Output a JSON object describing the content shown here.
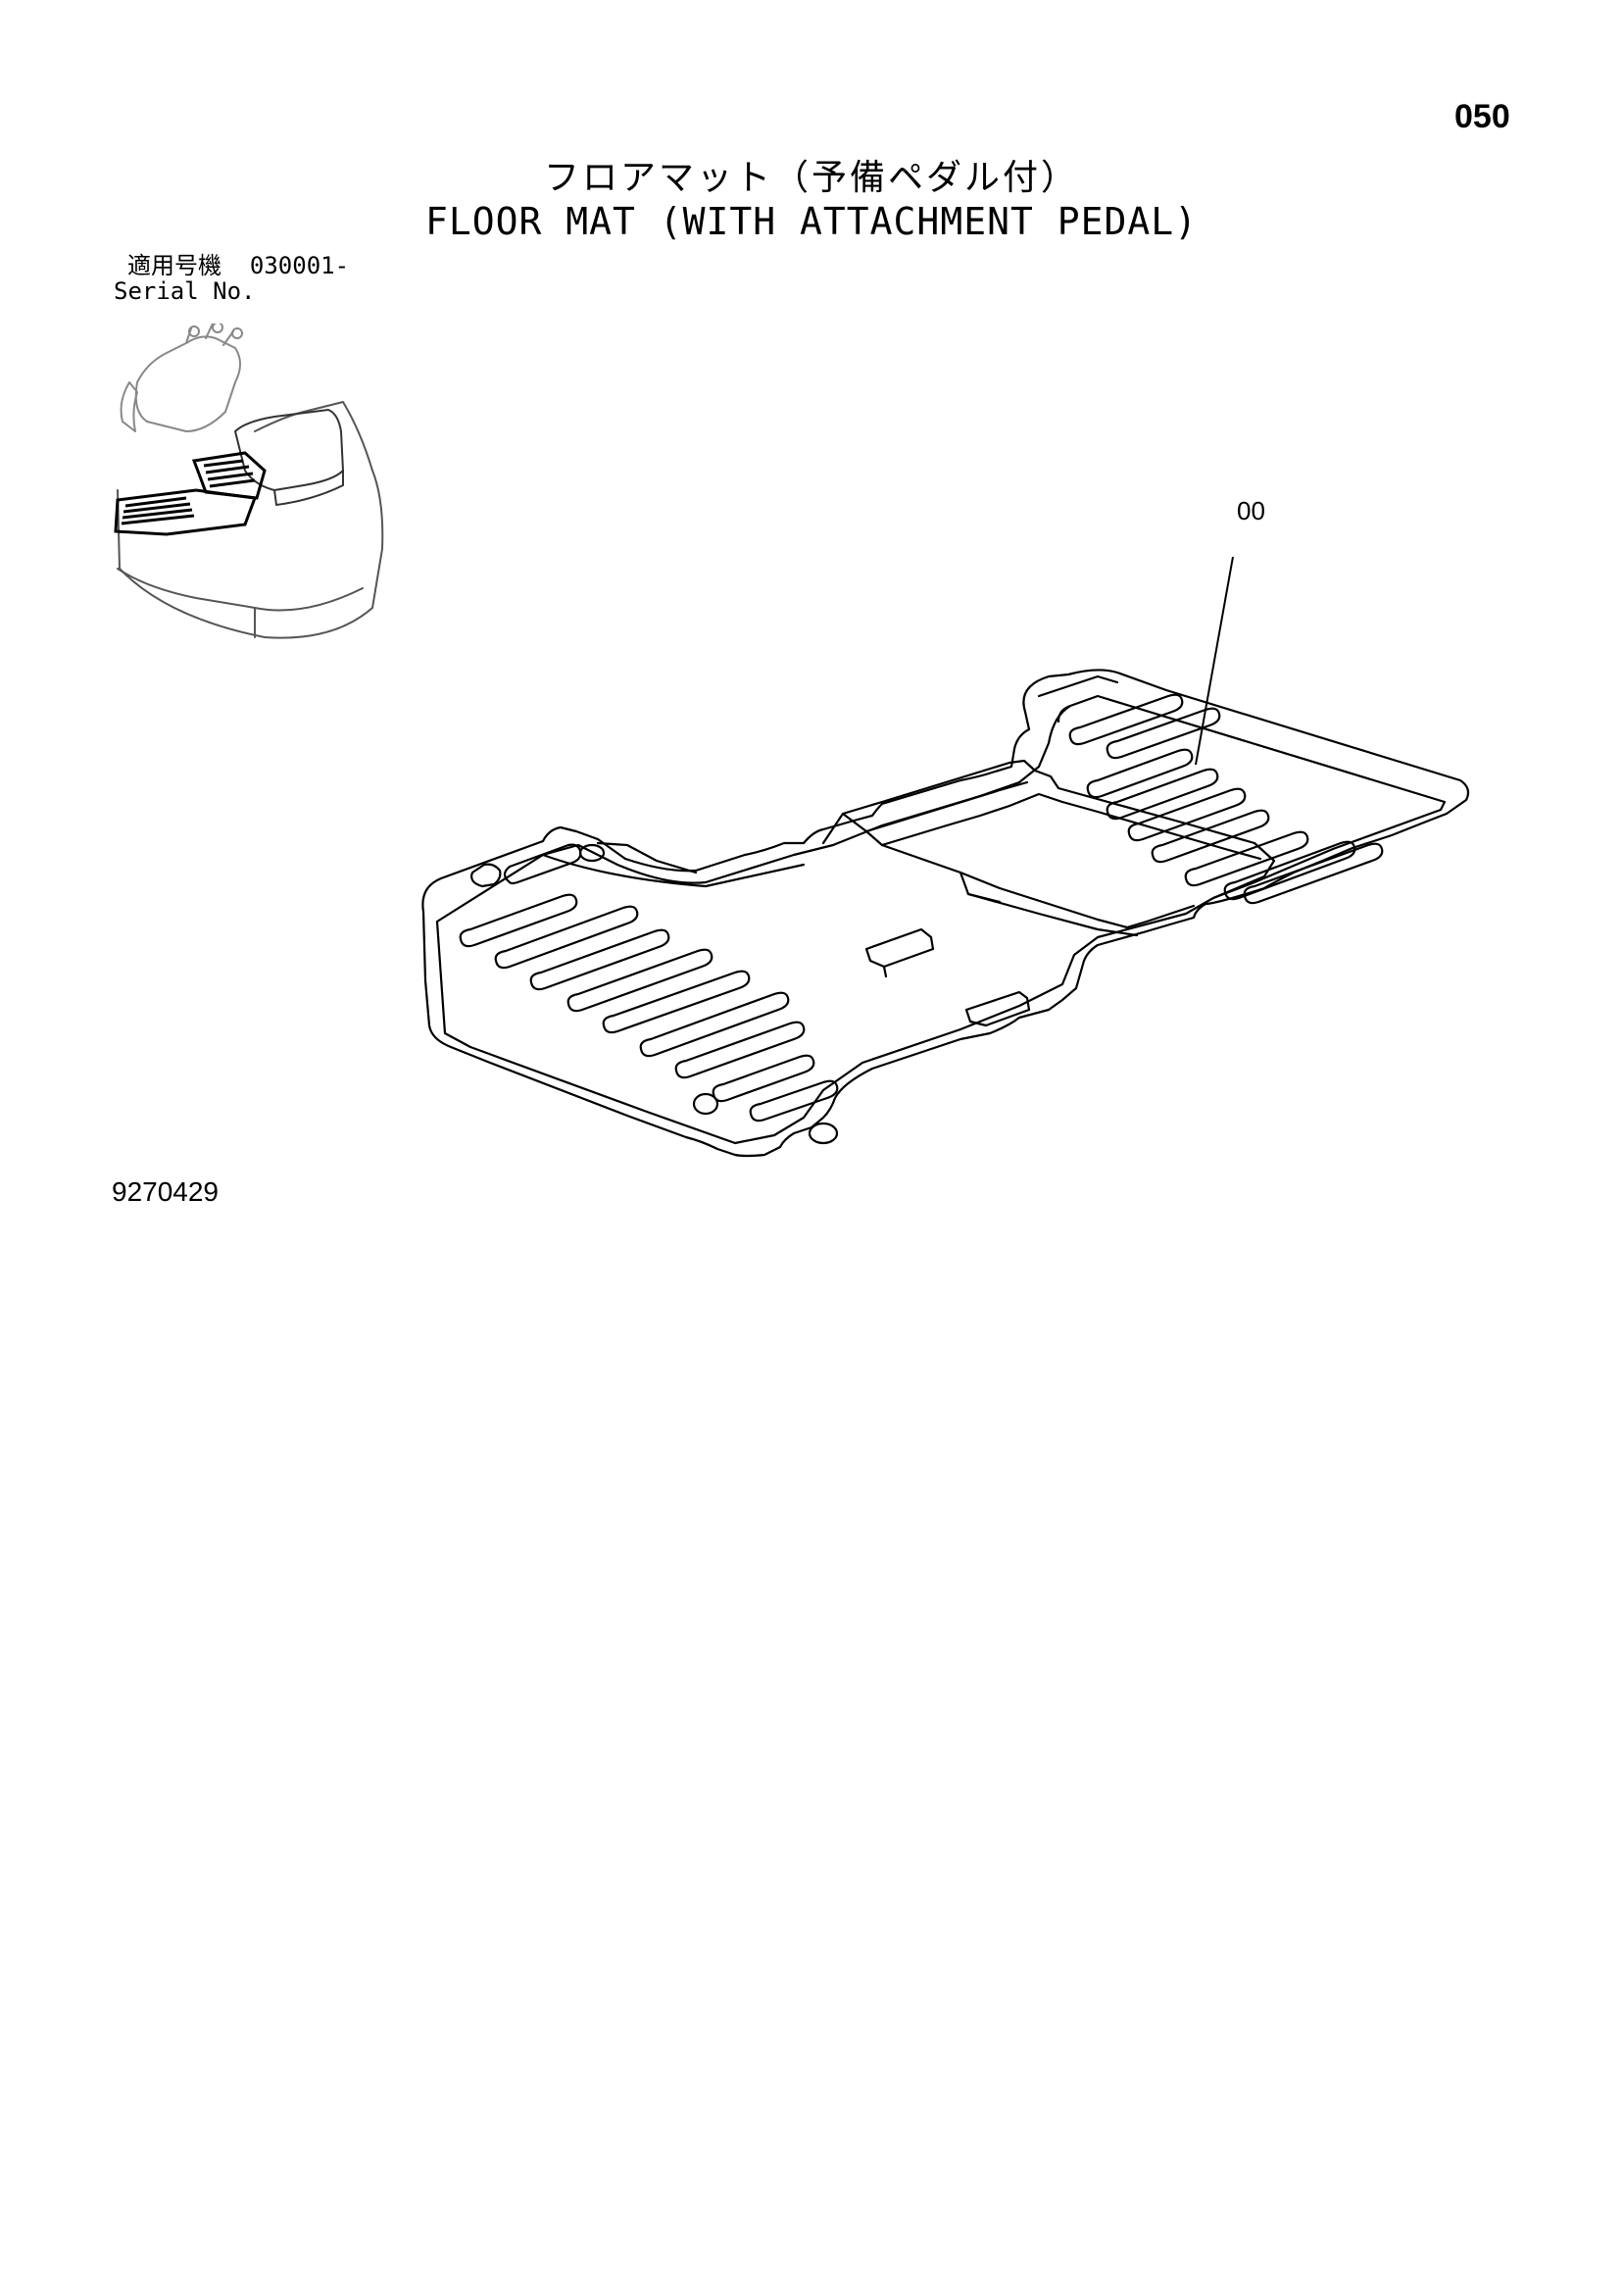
{
  "header": {
    "page_number": "050",
    "title_jp": "フロアマット（予備ペダル付）",
    "title_en": "FLOOR MAT (WITH ATTACHMENT PEDAL)"
  },
  "serial": {
    "label_jp": "適用号機",
    "value": "030001-",
    "label_en": "Serial No."
  },
  "parts": {
    "callout": "00"
  },
  "footer": {
    "drawing_number": "9270429"
  }
}
